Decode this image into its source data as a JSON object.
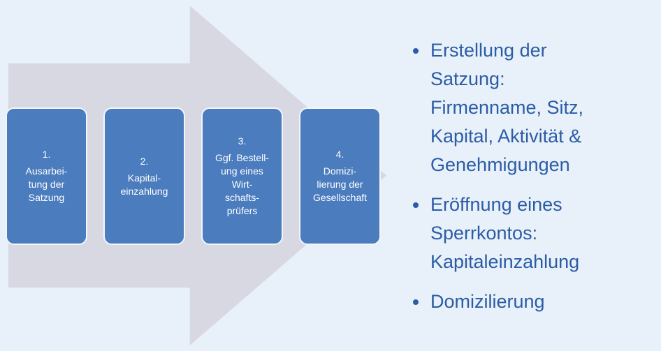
{
  "colors": {
    "background": "#e8f1f9",
    "arrow": "#d8d8e2",
    "step_fill": "#4a7cbe",
    "step_text": "#ffffff",
    "bullet_text": "#2b5ca6"
  },
  "diagram": {
    "steps": [
      {
        "number": "1.",
        "label": "Ausarbei-\ntung der\nSatzung"
      },
      {
        "number": "2.",
        "label": "Kapital-\neinzahlung"
      },
      {
        "number": "3.",
        "label": "Ggf. Bestell-\nung eines\nWirt-\nschafts-\nprüfers"
      },
      {
        "number": "4.",
        "label": "Domizi-\nlierung der\nGesellschaft"
      }
    ]
  },
  "bullets": [
    {
      "text": "Erstellung der\nSatzung:\nFirmenname, Sitz,\nKapital, Aktivität &\nGenehmigungen"
    },
    {
      "text": "Eröffnung eines\nSperrkontos:\nKapitaleinzahlung"
    },
    {
      "text": "Domizilierung"
    }
  ]
}
